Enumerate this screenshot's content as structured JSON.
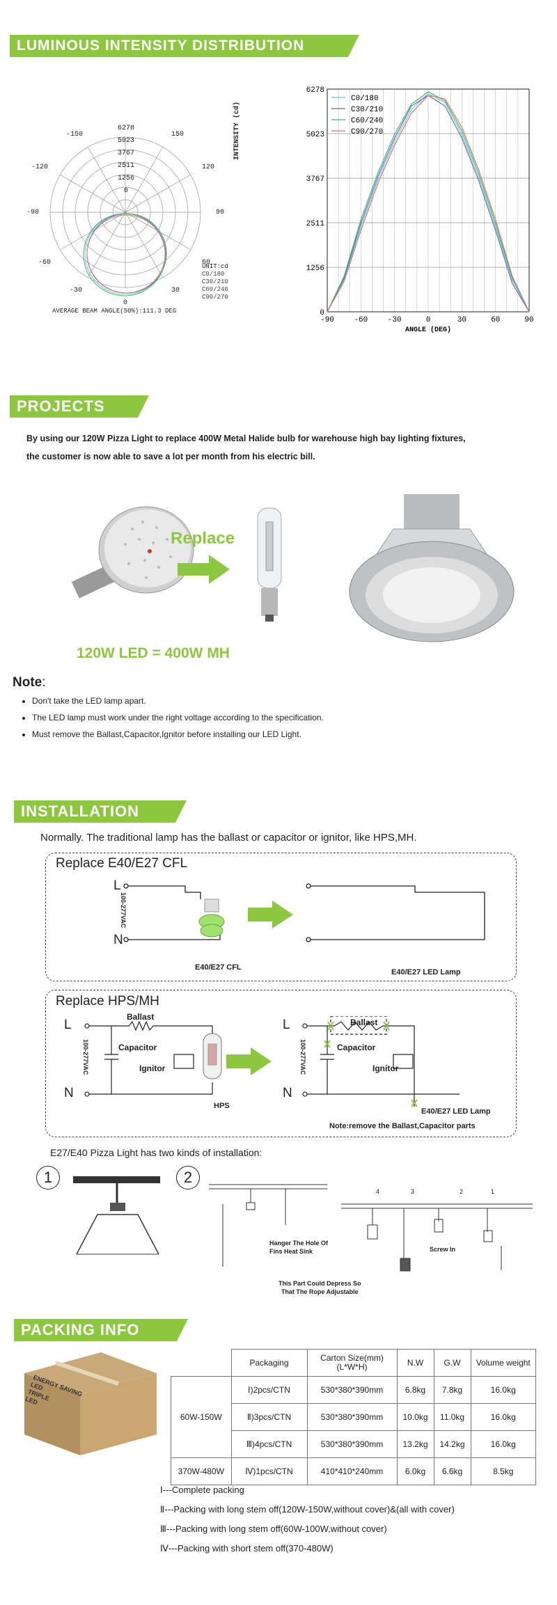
{
  "sections": {
    "luminous": "LUMINOUS INTENSITY DISTRIBUTION",
    "projects": "PROJECTS",
    "installation": "INSTALLATION",
    "packing": "PACKING INFO"
  },
  "polar": {
    "angles": [
      "-150",
      "150",
      "-120",
      "120",
      "-90",
      "90",
      "-60",
      "60",
      "-30",
      "30",
      "0"
    ],
    "radial_labels": [
      "6278",
      "5023",
      "3767",
      "2511",
      "1256",
      "0"
    ],
    "unit": "UNIT:cd",
    "legend": [
      "C0/180",
      "C30/210",
      "C60/240",
      "C90/270"
    ],
    "beam_angle": "AVERAGE BEAM ANGLE(50%):111.3 DEG"
  },
  "chart_data": {
    "type": "line",
    "x": [
      -90,
      -75,
      -60,
      -45,
      -30,
      -15,
      0,
      15,
      30,
      45,
      60,
      75,
      90
    ],
    "series": [
      {
        "name": "C0/180",
        "values": [
          0,
          900,
          2400,
          3700,
          4800,
          5700,
          6150,
          5900,
          5000,
          3800,
          2400,
          900,
          0
        ]
      },
      {
        "name": "C30/210",
        "values": [
          0,
          950,
          2500,
          3800,
          4900,
          5800,
          6100,
          5800,
          4900,
          3700,
          2300,
          800,
          0
        ]
      },
      {
        "name": "C60/240",
        "values": [
          0,
          1000,
          2600,
          3900,
          5000,
          5850,
          6200,
          5950,
          5100,
          3900,
          2500,
          950,
          0
        ]
      },
      {
        "name": "C90/270",
        "values": [
          0,
          850,
          2300,
          3600,
          4700,
          5600,
          6100,
          6000,
          5200,
          4000,
          2600,
          1000,
          0
        ]
      }
    ],
    "xlabel": "ANGLE (DEG)",
    "ylabel": "INTENSITY (cd)",
    "yticks": [
      "0",
      "1256",
      "2511",
      "3767",
      "5023",
      "6278"
    ],
    "xticks": [
      "-90",
      "-60",
      "-30",
      "0",
      "30",
      "60",
      "90"
    ],
    "ylim": [
      0,
      6278
    ],
    "xlim": [
      -90,
      90
    ],
    "colors": [
      "#66ccdd",
      "#6666cc",
      "#44bb66",
      "#dd7766"
    ]
  },
  "projects": {
    "description_line1": "By using our 120W Pizza Light to replace 400W Metal Halide bulb for  warehouse high bay lighting fixtures,",
    "description_line2": "the customer is now able to save a lot per month from his electric bill.",
    "replace": "Replace",
    "equation": "120W LED  = 400W MH",
    "note_title": "Note",
    "note_colon": ":",
    "notes": [
      "Don't take the LED lamp apart.",
      "The LED lamp must work under the right voltage according to the specification.",
      "Must remove the Ballast,Capacitor,Ignitor before installing our LED Light."
    ]
  },
  "installation": {
    "intro": "Normally. The traditional lamp has the ballast or capacitor or ignitor, like HPS,MH.",
    "cfl_title": "Replace  E40/E27  CFL",
    "L": "L",
    "N": "N",
    "voltage": "100-277VAC",
    "cfl_label": "E40/E27 CFL",
    "led_label": "E40/E27 LED Lamp",
    "hps_title": "Replace HPS/MH",
    "ballast": "Ballast",
    "capacitor": "Capacitor",
    "ignitor": "Ignitor",
    "hps": "HPS",
    "hps_note": "Note:remove the Ballast,Capacitor parts",
    "kinds": "E27/E40 Pizza Light has two kinds of installation:",
    "one": "1",
    "two": "2",
    "hanger": "Hanger The Hole Of",
    "hanger2": "Fins Heat Sink",
    "depress": "This Part Could Depress So",
    "depress2": "That The Rope Adjustable",
    "screw": "Screw In",
    "steps": [
      "4",
      "3",
      "2",
      "1"
    ]
  },
  "packing": {
    "box_text": [
      "ENERGY SAVING",
      "LED",
      "TRIPLE",
      "LED"
    ],
    "headers": [
      "Packaging",
      "Carton Size(mm)",
      "(L*W*H)",
      "N.W",
      "G.W",
      "Volume weight"
    ],
    "group1": "60W-150W",
    "group2": "370W-480W",
    "rows": [
      [
        "Ⅰ)2pcs/CTN",
        "530*380*390mm",
        "6.8kg",
        "7.8kg",
        "16.0kg"
      ],
      [
        "Ⅱ)3pcs/CTN",
        "530*380*390mm",
        "10.0kg",
        "11.0kg",
        "16.0kg"
      ],
      [
        "Ⅲ)4pcs/CTN",
        "530*380*390mm",
        "13.2kg",
        "14.2kg",
        "16.0kg"
      ],
      [
        "Ⅳ)1pcs/CTN",
        "410*410*240mm",
        "6.0kg",
        "6.6kg",
        "8.5kg"
      ]
    ],
    "legend": [
      "Ⅰ---Complete packing",
      "Ⅱ---Packing with long stem off(120W-150W,without cover)&(all with cover)",
      "Ⅲ---Packing with long stem off(60W-100W,without cover)",
      "Ⅳ---Packing with short stem off(370-480W)"
    ]
  }
}
